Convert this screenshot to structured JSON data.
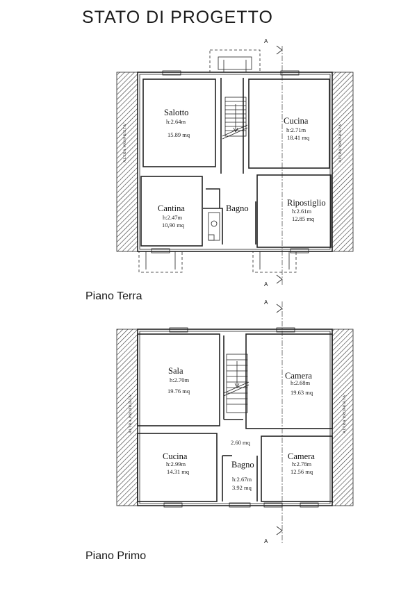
{
  "title": "STATO DI PROGETTO",
  "section_marker": "A",
  "adjacent_property": "ALTRA PROPRIETA'",
  "floors": [
    {
      "label": "Piano Terra",
      "rooms": [
        {
          "name": "Salotto",
          "height": "h:2.64m",
          "area": "15.89 mq"
        },
        {
          "name": "Cucina",
          "height": "h:2.71m",
          "area": "18.41 mq"
        },
        {
          "name": "Cantina",
          "height": "h:2.47m",
          "area": "10,90 mq"
        },
        {
          "name": "Bagno",
          "height": "",
          "area": ""
        },
        {
          "name": "Ripostiglio",
          "height": "h:2.61m",
          "area": "12.85 mq"
        }
      ]
    },
    {
      "label": "Piano Primo",
      "rooms": [
        {
          "name": "Sala",
          "height": "h:2.70m",
          "area": "19.76 mq"
        },
        {
          "name": "Camera",
          "height": "h:2.68m",
          "area": "19.63 mq"
        },
        {
          "name": "Cucina",
          "height": "h:2.99m",
          "area": "14.31 mq"
        },
        {
          "name": "Bagno",
          "height": "h:2.67m",
          "area": "3.92 mq"
        },
        {
          "name": "Camera",
          "height": "h:2.78m",
          "area": "12.56 mq"
        }
      ],
      "corridor_area": "2.60 mq"
    }
  ]
}
